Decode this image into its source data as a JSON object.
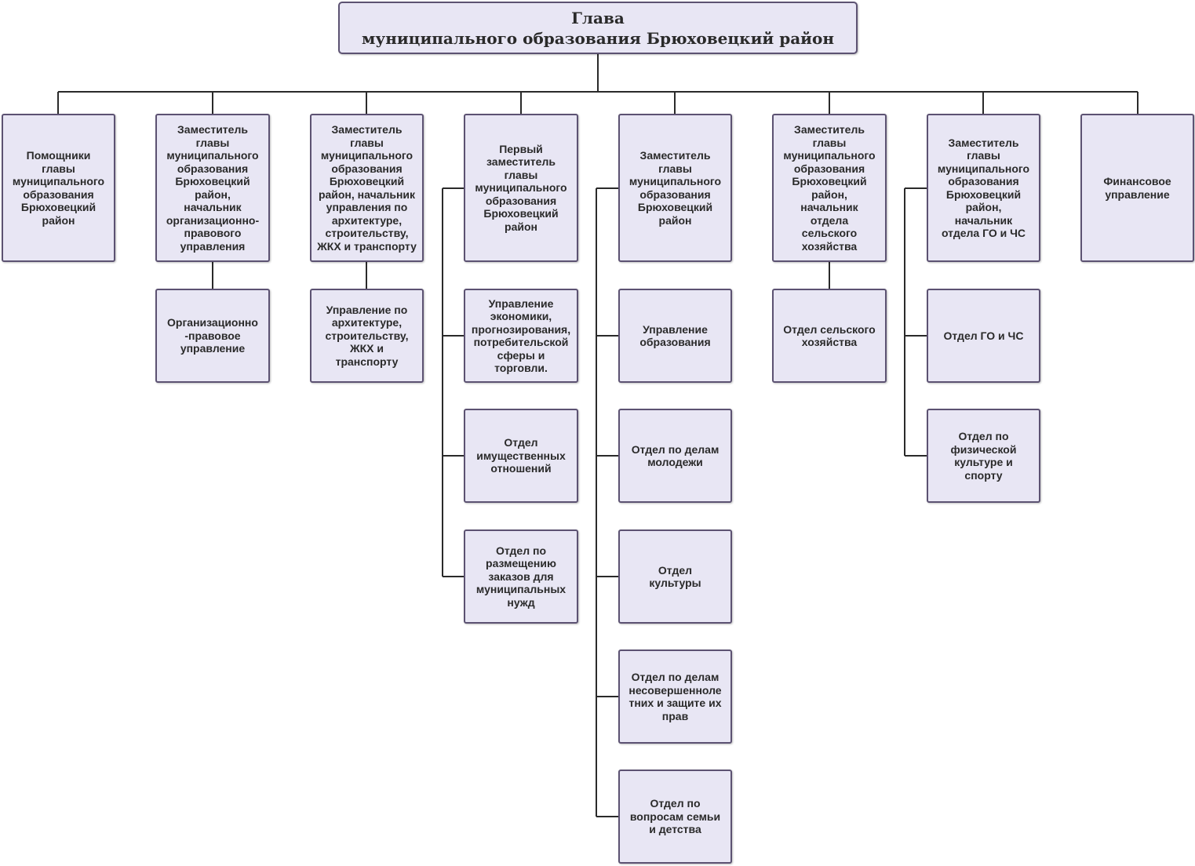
{
  "head": {
    "label": "Глава\nмуниципального образования Брюховецкий район"
  },
  "boxes": {
    "c1": "Помощники\nглавы\nмуниципального\nобразования\nБрюховецкий\nрайон",
    "c2": "Заместитель\nглавы\nмуниципального\nобразования\nБрюховецкий\nрайон,\nначальник\nорганизационно-\nправового\nуправления",
    "c2a": "Организационно\n-правовое\nуправление",
    "c3": "Заместитель\nглавы\nмуниципального\nобразования\nБрюховецкий\nрайон, начальник\nуправления по\nархитектуре,\nстроительству,\nЖКХ и транспорту",
    "c3a": "Управление по\nархитектуре,\nстроительству,\nЖКХ и\nтранспорту",
    "c4": "Первый\nзаместитель\nглавы\nмуниципального\nобразования\nБрюховецкий\nрайон",
    "c4a": "Управление\nэкономики,\nпрогнозирования,\nпотребительской\nсферы и\nторговли.",
    "c4b": "Отдел\nимущественных\nотношений",
    "c4c": "Отдел по\nразмещению\nзаказов для\nмуниципальных\nнужд",
    "c5": "Заместитель\nглавы\nмуниципального\nобразования\nБрюховецкий\nрайон",
    "c5a": "Управление\nобразования",
    "c5b": "Отдел по делам\nмолодежи",
    "c5c": "Отдел\nкультуры",
    "c5d": "Отдел по делам\nнесовершенноле\nтних и защите их\nправ",
    "c5e": "Отдел по\nвопросам семьи\nи детства",
    "c6": "Заместитель\nглавы\nмуниципального\nобразования\nБрюховецкий\nрайон,\nначальник\nотдела\nсельского\nхозяйства",
    "c6a": "Отдел сельского\nхозяйства",
    "c7": "Заместитель\nглавы\nмуниципального\nобразования\nБрюховецкий\nрайон,\nначальник\nотдела ГО и ЧС",
    "c7a": "Отдел ГО и ЧС",
    "c7b": "Отдел по\nфизической\nкультуре и\nспорту",
    "c8": "Финансовое\nуправление"
  },
  "colors": {
    "box_fill": "#e8e6f4",
    "box_border": "#5c5272",
    "line": "#2a2a2a",
    "text": "#2a2a2a"
  }
}
